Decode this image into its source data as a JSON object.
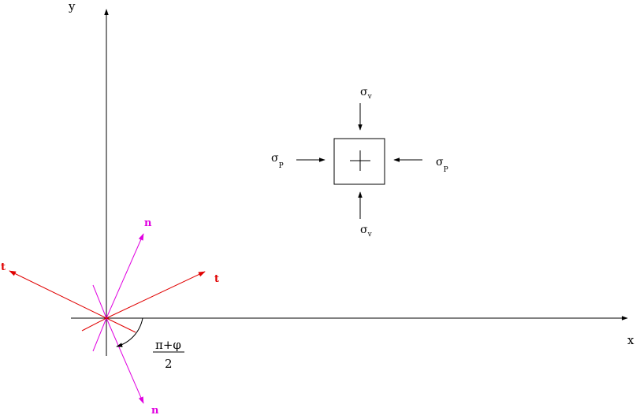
{
  "axes": {
    "x_label": "x",
    "y_label": "y"
  },
  "vectors": {
    "n_upper": "n",
    "n_lower": "n",
    "t_left": "t",
    "t_right": "t"
  },
  "angle": {
    "numerator": "π+φ",
    "denominator": "2"
  },
  "stresses": {
    "top": {
      "sym": "σ",
      "sub": "v"
    },
    "bottom": {
      "sym": "σ",
      "sub": "v"
    },
    "left": {
      "sym": "σ",
      "sub": "P"
    },
    "right": {
      "sym": "σ",
      "sub": "P"
    }
  },
  "colors": {
    "axis": "#000000",
    "n_vector": "#e000e0",
    "t_vector": "#e00000"
  }
}
